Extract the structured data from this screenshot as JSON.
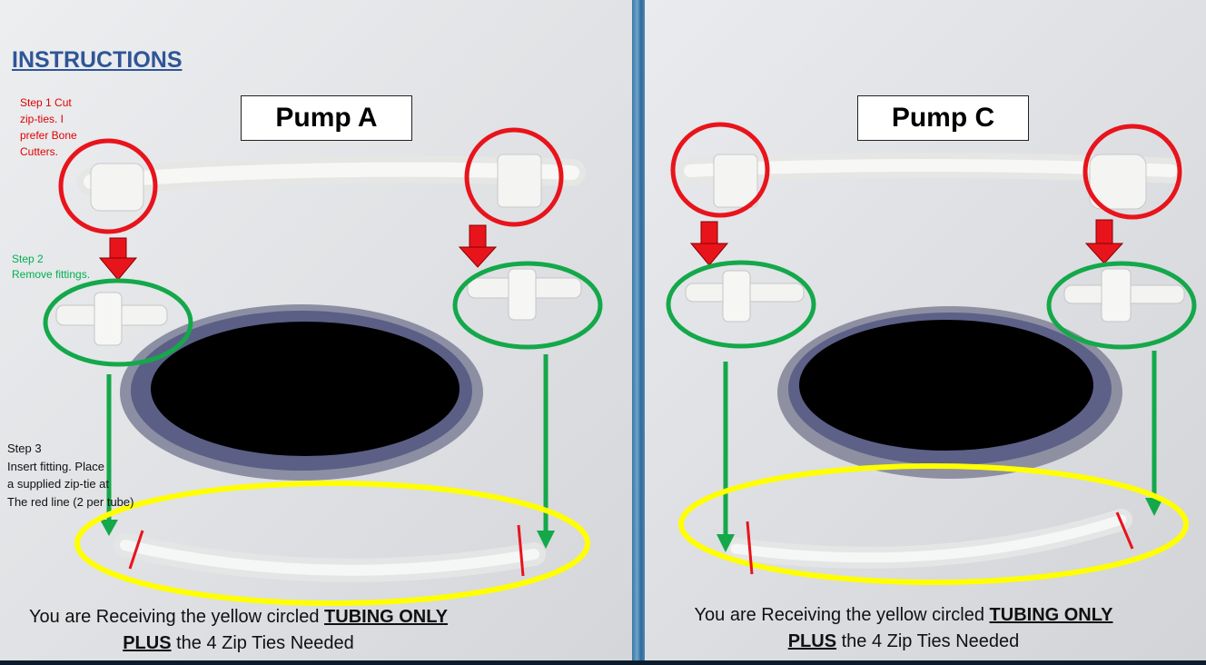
{
  "instructions_heading": "INSTRUCTIONS",
  "left": {
    "title": "Pump A",
    "step1": [
      "Step 1 Cut",
      "zip-ties. I",
      "prefer Bone",
      "Cutters."
    ],
    "step2": [
      "Step 2",
      "Remove fittings."
    ],
    "step3": [
      "Step 3",
      "Insert fitting. Place",
      "a supplied zip-tie at",
      "The red line (2 per tube)"
    ]
  },
  "right": {
    "title": "Pump C"
  },
  "caption": {
    "prefix": "You are Receiving the yellow circled ",
    "emphasis1": "TUBING ONLY ",
    "emphasis2": "PLUS",
    "suffix": " the 4 Zip Ties Needed"
  },
  "colors": {
    "heading": "#2f5597",
    "step1": "#e00000",
    "step2": "#00b050",
    "red_circle": "#e8141c",
    "green_circle": "#14a84a",
    "yellow_circle": "#ffff00",
    "arrow_red": "#e8141c",
    "arrow_green": "#14a84a"
  }
}
